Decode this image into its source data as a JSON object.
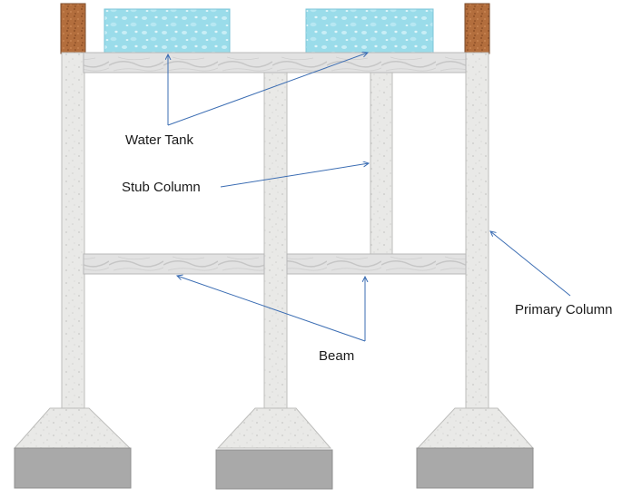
{
  "labels": {
    "water_tank": "Water Tank",
    "stub_column": "Stub Column",
    "primary_column": "Primary Column",
    "beam": "Beam"
  },
  "colors": {
    "concrete": "#e8e8e6",
    "concrete_edge": "#bdbdbb",
    "beam": "#dcdcdc",
    "water": "#8fd8e8",
    "water_edge": "#7cc6d8",
    "brick": "#b06a3a",
    "footing_base": "#a9a9a9",
    "arrow": "#3b6db3"
  }
}
